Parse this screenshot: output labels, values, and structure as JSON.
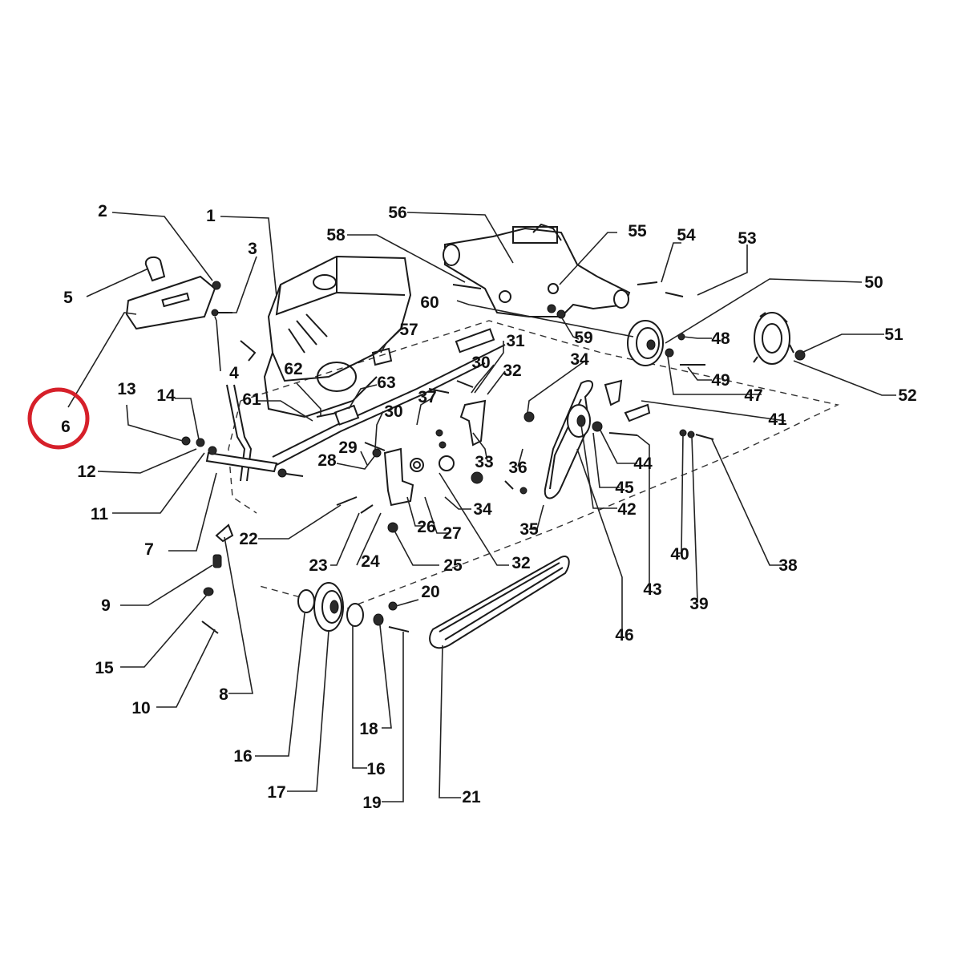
{
  "diagram": {
    "callouts": [
      {
        "id": "1",
        "label": "1"
      },
      {
        "id": "2",
        "label": "2"
      },
      {
        "id": "3",
        "label": "3"
      },
      {
        "id": "4",
        "label": "4"
      },
      {
        "id": "5",
        "label": "5"
      },
      {
        "id": "6",
        "label": "6"
      },
      {
        "id": "7",
        "label": "7"
      },
      {
        "id": "8",
        "label": "8"
      },
      {
        "id": "9",
        "label": "9"
      },
      {
        "id": "10",
        "label": "10"
      },
      {
        "id": "11",
        "label": "11"
      },
      {
        "id": "12",
        "label": "12"
      },
      {
        "id": "13",
        "label": "13"
      },
      {
        "id": "14",
        "label": "14"
      },
      {
        "id": "15",
        "label": "15"
      },
      {
        "id": "16a",
        "label": "16"
      },
      {
        "id": "16b",
        "label": "16"
      },
      {
        "id": "17",
        "label": "17"
      },
      {
        "id": "18",
        "label": "18"
      },
      {
        "id": "19",
        "label": "19"
      },
      {
        "id": "20",
        "label": "20"
      },
      {
        "id": "21",
        "label": "21"
      },
      {
        "id": "22",
        "label": "22"
      },
      {
        "id": "23",
        "label": "23"
      },
      {
        "id": "24",
        "label": "24"
      },
      {
        "id": "25",
        "label": "25"
      },
      {
        "id": "26",
        "label": "26"
      },
      {
        "id": "27",
        "label": "27"
      },
      {
        "id": "28",
        "label": "28"
      },
      {
        "id": "29",
        "label": "29"
      },
      {
        "id": "30a",
        "label": "30"
      },
      {
        "id": "30b",
        "label": "30"
      },
      {
        "id": "31",
        "label": "31"
      },
      {
        "id": "32a",
        "label": "32"
      },
      {
        "id": "32b",
        "label": "32"
      },
      {
        "id": "33",
        "label": "33"
      },
      {
        "id": "34a",
        "label": "34"
      },
      {
        "id": "34b",
        "label": "34"
      },
      {
        "id": "35",
        "label": "35"
      },
      {
        "id": "36",
        "label": "36"
      },
      {
        "id": "37",
        "label": "37"
      },
      {
        "id": "38",
        "label": "38"
      },
      {
        "id": "39",
        "label": "39"
      },
      {
        "id": "40",
        "label": "40"
      },
      {
        "id": "41",
        "label": "41"
      },
      {
        "id": "42",
        "label": "42"
      },
      {
        "id": "43",
        "label": "43"
      },
      {
        "id": "44",
        "label": "44"
      },
      {
        "id": "45",
        "label": "45"
      },
      {
        "id": "46",
        "label": "46"
      },
      {
        "id": "47",
        "label": "47"
      },
      {
        "id": "48",
        "label": "48"
      },
      {
        "id": "49",
        "label": "49"
      },
      {
        "id": "50",
        "label": "50"
      },
      {
        "id": "51",
        "label": "51"
      },
      {
        "id": "52",
        "label": "52"
      },
      {
        "id": "53",
        "label": "53"
      },
      {
        "id": "54",
        "label": "54"
      },
      {
        "id": "55",
        "label": "55"
      },
      {
        "id": "56",
        "label": "56"
      },
      {
        "id": "57",
        "label": "57"
      },
      {
        "id": "58",
        "label": "58"
      },
      {
        "id": "59",
        "label": "59"
      },
      {
        "id": "60",
        "label": "60"
      },
      {
        "id": "61",
        "label": "61"
      },
      {
        "id": "62",
        "label": "62"
      },
      {
        "id": "63",
        "label": "63"
      }
    ],
    "highlight": {
      "target": "6",
      "color": "#d6202a"
    }
  }
}
